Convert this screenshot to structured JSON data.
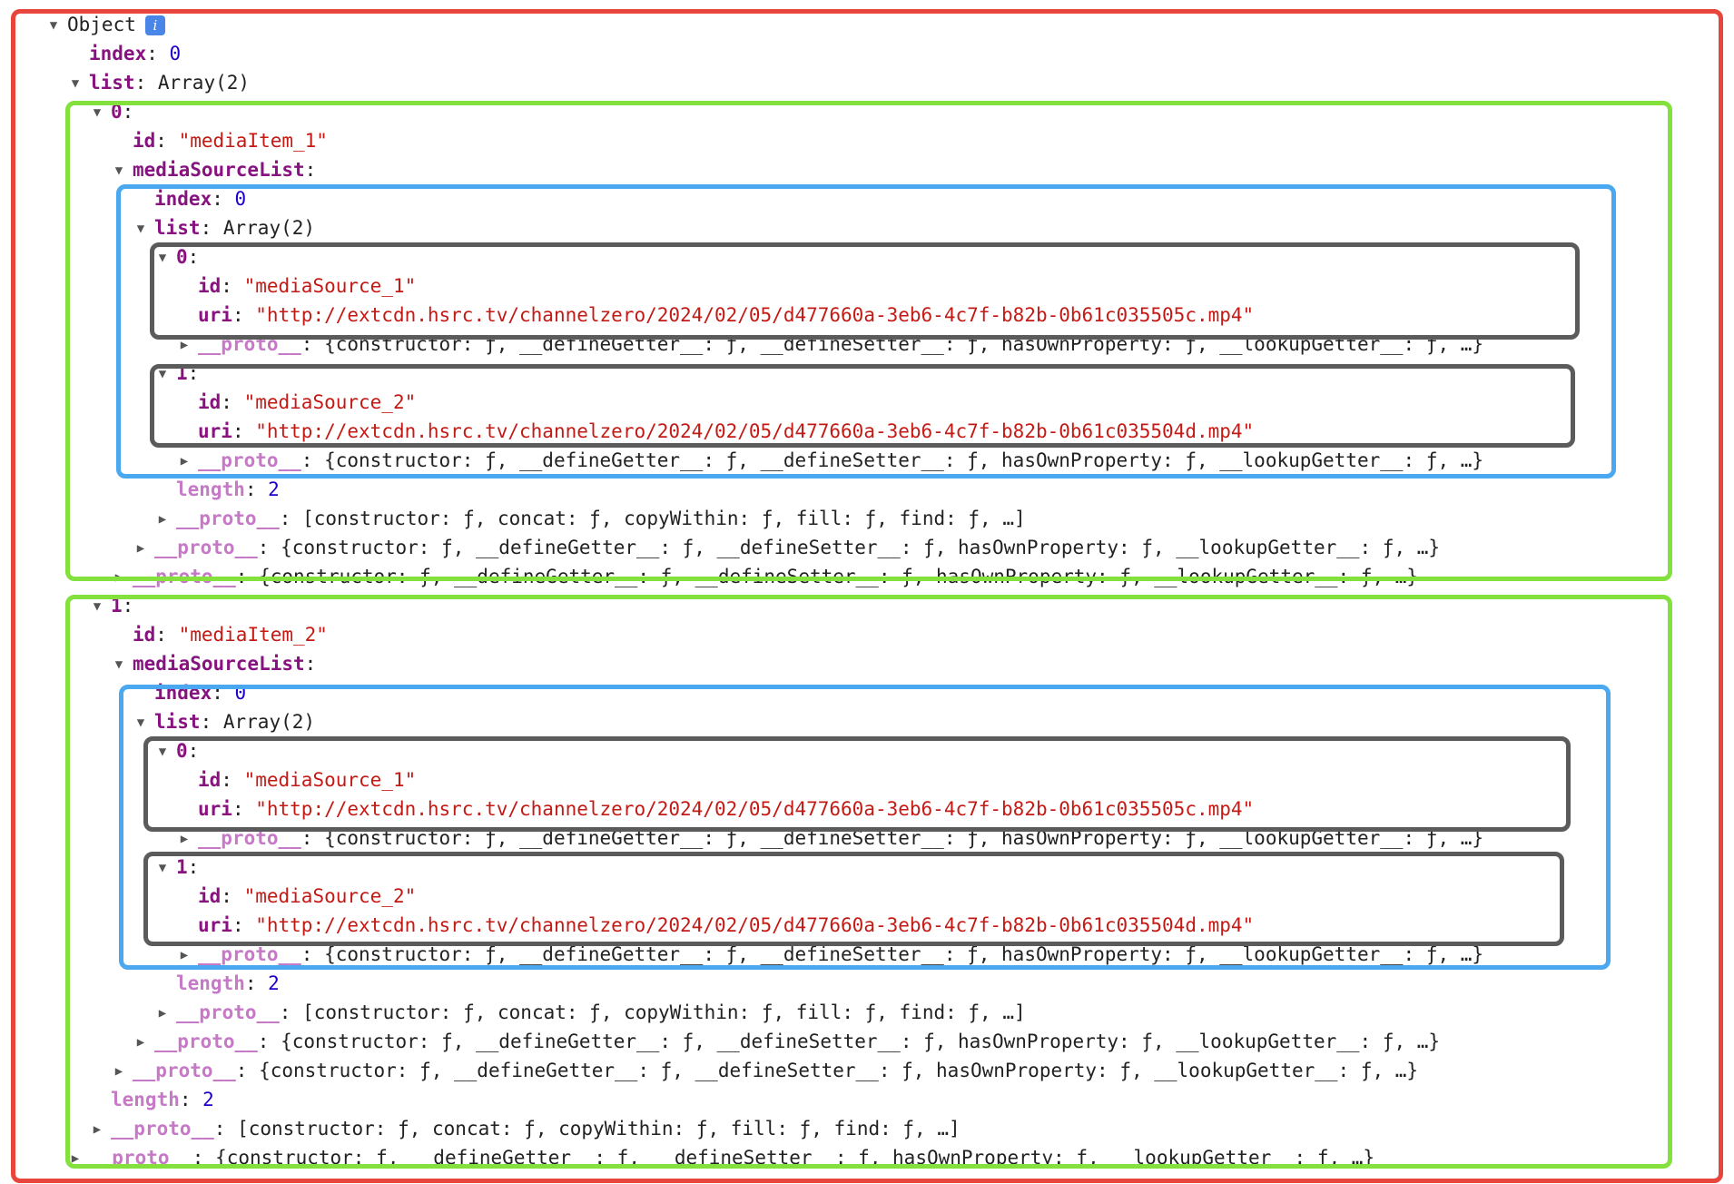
{
  "root": {
    "label": "Object",
    "info_icon": "info-icon"
  },
  "t": {
    "index": "index",
    "list": "list",
    "id": "id",
    "msl": "mediaSourceList",
    "uri": "uri",
    "length": "length",
    "proto": "__proto__",
    "array2": "Array(2)",
    "zero": "0",
    "two": "2",
    "i0": "0",
    "i1": "1"
  },
  "media_items": [
    {
      "id": "\"mediaItem_1\""
    },
    {
      "id": "\"mediaItem_2\""
    }
  ],
  "sources": [
    {
      "id": "\"mediaSource_1\"",
      "uri": "\"http://extcdn.hsrc.tv/channelzero/2024/02/05/d477660a-3eb6-4c7f-b82b-0b61c035505c.mp4\""
    },
    {
      "id": "\"mediaSource_2\"",
      "uri": "\"http://extcdn.hsrc.tv/channelzero/2024/02/05/d477660a-3eb6-4c7f-b82b-0b61c035504d.mp4\""
    }
  ],
  "proto_object": "{constructor: ƒ, __defineGetter__: ƒ, __defineSetter__: ƒ, hasOwnProperty: ƒ, __lookupGetter__: ƒ, …}",
  "proto_array": "[constructor: ƒ, concat: ƒ, copyWithin: ƒ, fill: ƒ, find: ƒ, …]",
  "colors": {
    "outer_box": "#e8453c",
    "item_box": "#84e03c",
    "source_list_box": "#4aa8f0",
    "source_box": "#5b5b5b"
  }
}
